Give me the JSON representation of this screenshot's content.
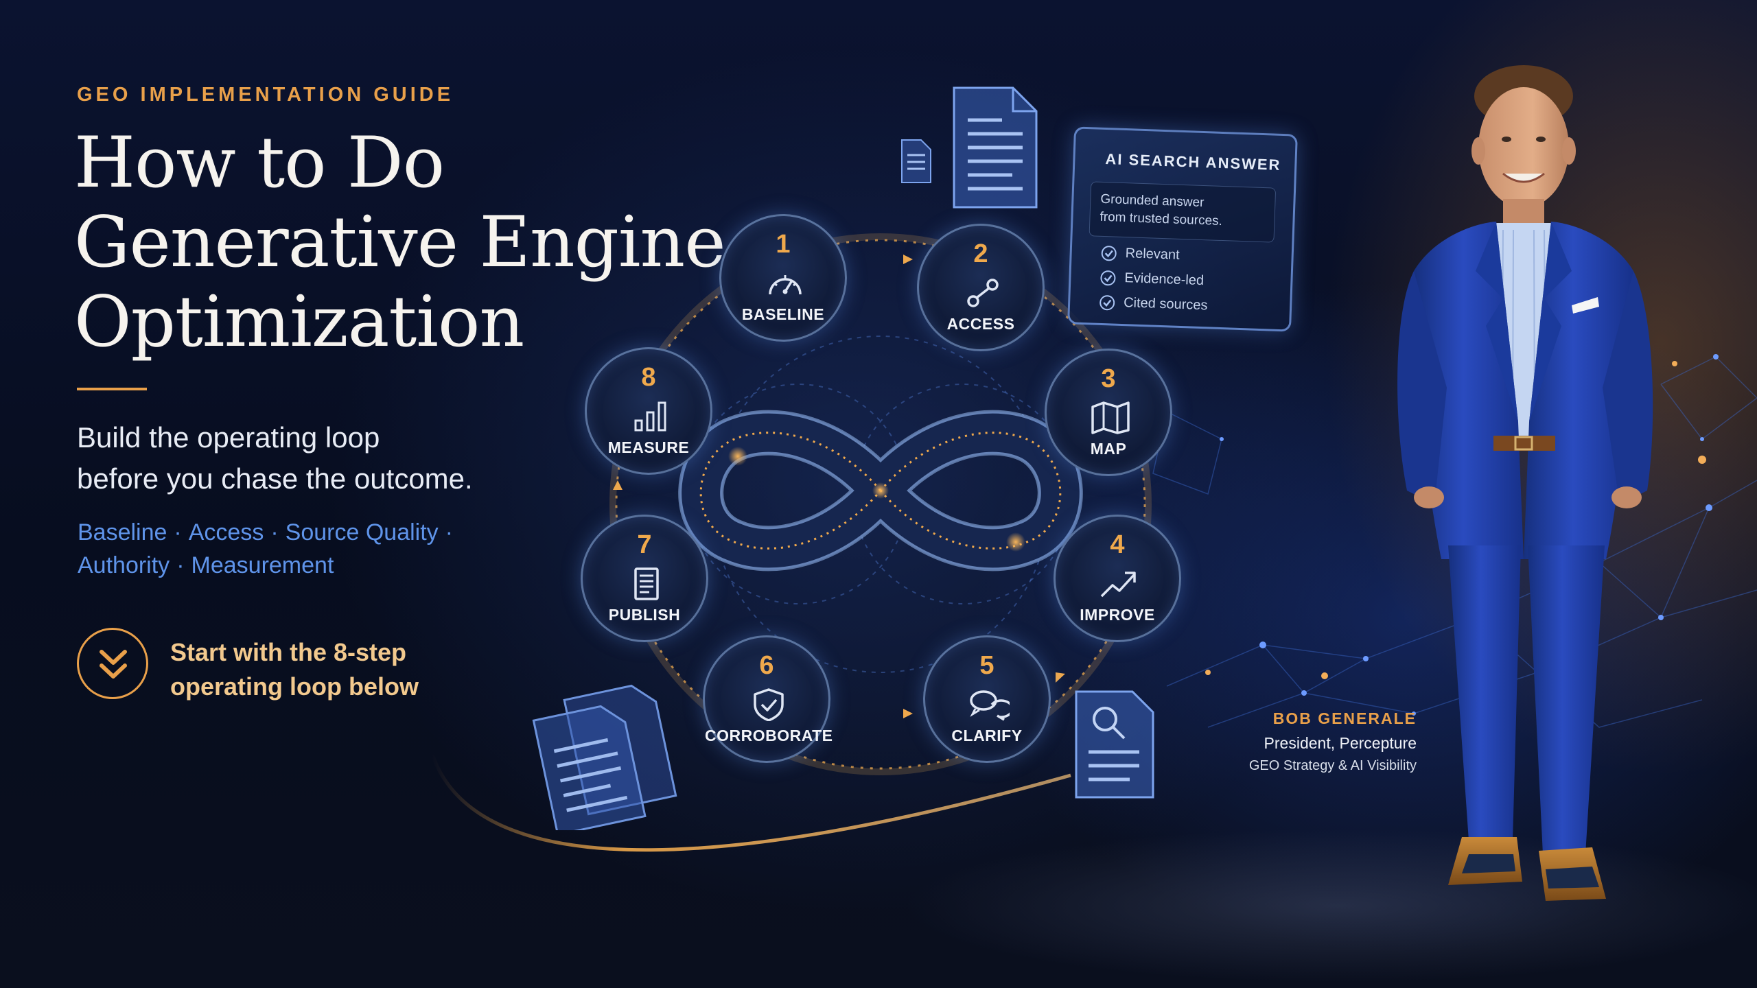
{
  "eyebrow": "GEO IMPLEMENTATION GUIDE",
  "title_lines": [
    "How to Do",
    "Generative Engine",
    "Optimization"
  ],
  "subtitle_lines": [
    "Build the operating loop",
    "before you chase the outcome."
  ],
  "pillars": {
    "line1": [
      "Baseline",
      "Access",
      "Source Quality"
    ],
    "line2": [
      "Authority",
      "Measurement"
    ],
    "separator": "·"
  },
  "cta": {
    "icon": "double-chevron-down-icon",
    "lines": [
      "Start with the 8-step",
      "operating loop below"
    ]
  },
  "loop_steps": [
    {
      "num": "1",
      "label": "BASELINE",
      "icon": "speedometer-icon"
    },
    {
      "num": "2",
      "label": "ACCESS",
      "icon": "link-icon"
    },
    {
      "num": "3",
      "label": "MAP",
      "icon": "map-icon"
    },
    {
      "num": "4",
      "label": "IMPROVE",
      "icon": "trend-up-icon"
    },
    {
      "num": "5",
      "label": "CLARIFY",
      "icon": "chat-bubbles-icon"
    },
    {
      "num": "6",
      "label": "CORROBORATE",
      "icon": "shield-check-icon"
    },
    {
      "num": "7",
      "label": "PUBLISH",
      "icon": "document-icon"
    },
    {
      "num": "8",
      "label": "MEASURE",
      "icon": "bar-chart-icon"
    }
  ],
  "ai_card": {
    "title": "AI SEARCH ANSWER",
    "answer_lines": [
      "Grounded answer",
      "from trusted sources."
    ],
    "checks": [
      "Relevant",
      "Evidence-led",
      "Cited sources"
    ]
  },
  "person": {
    "name": "BOB GENERALE",
    "role": "President, Percepture",
    "focus": "GEO Strategy & AI Visibility"
  },
  "colors": {
    "accent_orange": "#e9a04a",
    "accent_blue": "#5f94ea",
    "background": "#070d1e",
    "suit": "#1f3fa8"
  }
}
